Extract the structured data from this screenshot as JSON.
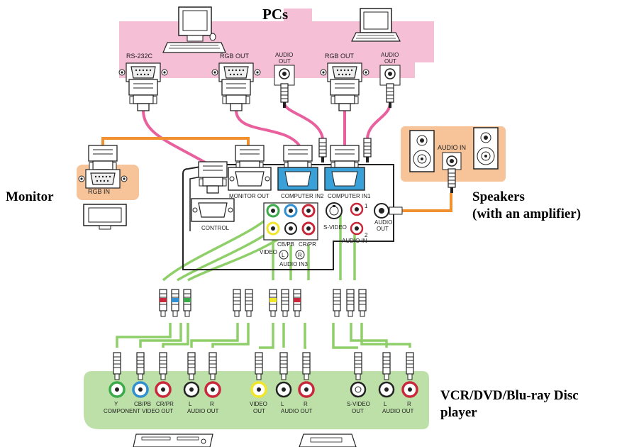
{
  "groups": {
    "pcs": "PCs",
    "monitor": "Monitor",
    "speakers_1": "Speakers",
    "speakers_2": "(with an amplifier)",
    "player_1": "VCR/DVD/Blu-ray Disc",
    "player_2": "player"
  },
  "pc_ports": {
    "rs232c": "RS-232C",
    "rgb_out_1": "RGB OUT",
    "audio_out_1a": "AUDIO",
    "audio_out_1b": "OUT",
    "rgb_out_2": "RGB OUT",
    "audio_out_2a": "AUDIO",
    "audio_out_2b": "OUT"
  },
  "monitor_ports": {
    "rgb_in": "RGB IN"
  },
  "speaker_ports": {
    "audio_in": "AUDIO IN"
  },
  "projector_ports": {
    "monitor_out": "MONITOR OUT",
    "computer_in2": "COMPUTER IN2",
    "computer_in1": "COMPUTER IN1",
    "control": "CONTROL",
    "s_video": "S-VIDEO",
    "audio_in_label": "AUDIO IN",
    "audio_in_1": "1",
    "audio_in_2": "2",
    "audio_out_a": "AUDIO",
    "audio_out_b": "OUT",
    "video": "VIDEO",
    "cb_pb": "CB/PB",
    "cr_pr": "CR/PR",
    "l": "L",
    "r": "R",
    "audio_in3": "AUDIO IN3"
  },
  "player_ports": {
    "y": "Y",
    "cb_pb": "CB/PB",
    "cr_pr": "CR/PR",
    "component_video_out": "COMPONENT VIDEO OUT",
    "l1": "L",
    "r1": "R",
    "audio_out_1": "AUDIO OUT",
    "video_a": "VIDEO",
    "video_b": "OUT",
    "l2": "L",
    "r2": "R",
    "audio_out_2": "AUDIO OUT",
    "svideo_a": "S-VIDEO",
    "svideo_b": "OUT",
    "l3": "L",
    "r3": "R",
    "audio_out_3": "AUDIO OUT"
  },
  "colors": {
    "pc_zone": "#f5bfd6",
    "monitor_zone": "#f7c49a",
    "player_zone": "#bde0a8",
    "pink_cable": "#e8609d",
    "orange_cable": "#f0902f",
    "green_cable": "#8fcf6a",
    "vga_blue": "#3aa0d8",
    "rca_yellow": "#f2e62a",
    "rca_red": "#c8283a",
    "rca_green": "#3bab4a",
    "rca_blue": "#2f8fd0"
  }
}
